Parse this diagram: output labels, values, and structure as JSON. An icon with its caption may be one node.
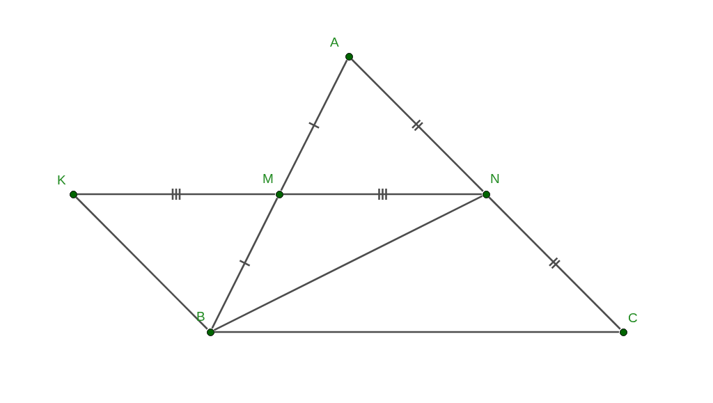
{
  "diagram": {
    "nodes": [
      {
        "text": [
          "A"
        ]
      },
      {
        "text": [
          "K"
        ]
      },
      {
        "text": [
          "M"
        ]
      },
      {
        "text": [
          "N"
        ]
      },
      {
        "text": [
          "B"
        ]
      },
      {
        "text": [
          "C"
        ]
      }
    ],
    "edges": [
      {
        "from": 0,
        "to": 2,
        "arrow": "none"
      },
      {
        "from": 2,
        "to": 4,
        "arrow": "none"
      },
      {
        "from": 0,
        "to": 3,
        "arrow": "none"
      },
      {
        "from": 3,
        "to": 5,
        "arrow": "none"
      },
      {
        "from": 1,
        "to": 2,
        "arrow": "none"
      },
      {
        "from": 2,
        "to": 3,
        "arrow": "none"
      },
      {
        "from": 1,
        "to": 4,
        "arrow": "none"
      },
      {
        "from": 4,
        "to": 3,
        "arrow": "none"
      },
      {
        "from": 4,
        "to": 5,
        "arrow": "none"
      }
    ]
  }
}
